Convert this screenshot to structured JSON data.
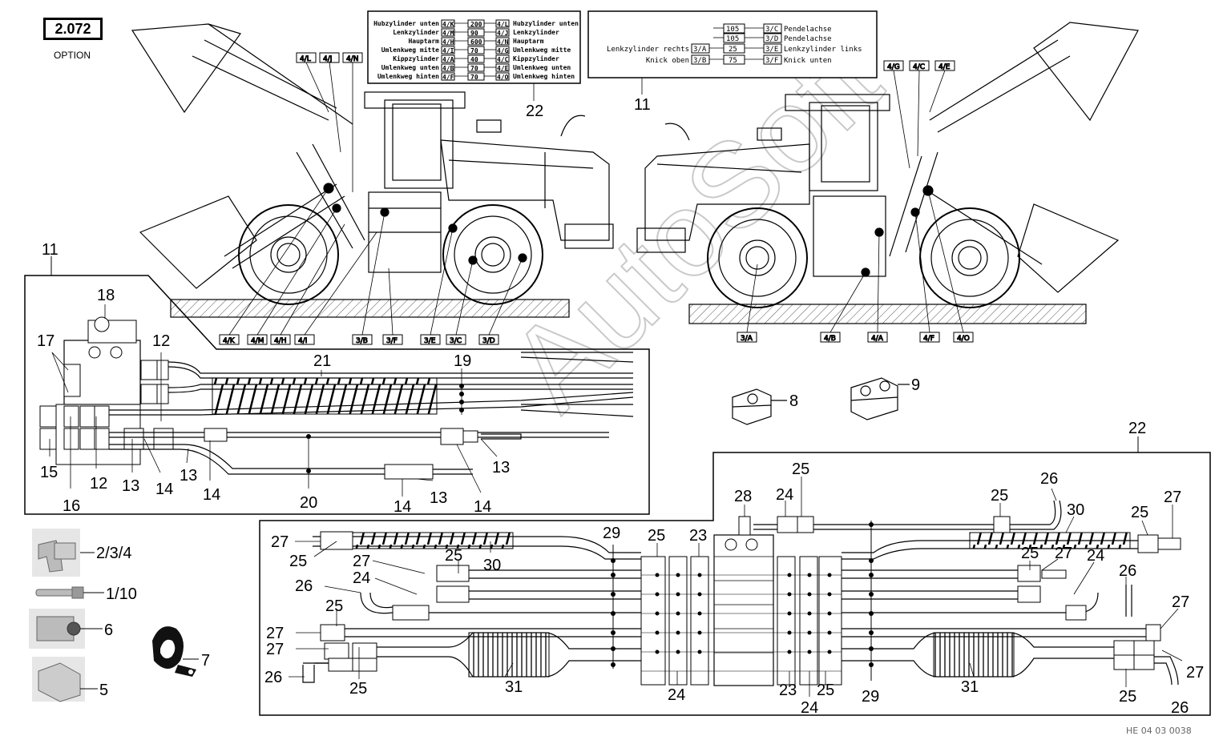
{
  "header": {
    "code": "2.072",
    "option_label": "OPTION"
  },
  "legend_left": {
    "rows": [
      {
        "left": "Hubzylinder unten",
        "ltag": "4/K",
        "value": "200",
        "rtag": "4/L",
        "right": "Hubzylinder unten"
      },
      {
        "left": "Lenkzylinder",
        "ltag": "4/M",
        "value": "90",
        "rtag": "4/J",
        "right": "Lenkzylinder"
      },
      {
        "left": "Hauptarm",
        "ltag": "4/H",
        "value": "600",
        "rtag": "4/N",
        "right": "Hauptarm"
      },
      {
        "left": "Umlenkweg mitte",
        "ltag": "4/I",
        "value": "70",
        "rtag": "4/G",
        "right": "Umlenkweg mitte"
      },
      {
        "left": "Kippzylinder",
        "ltag": "4/A",
        "value": "40",
        "rtag": "4/C",
        "right": "Kippzylinder"
      },
      {
        "left": "Umlenkweg unten",
        "ltag": "4/B",
        "value": "70",
        "rtag": "4/E",
        "right": "Umlenkweg unten"
      },
      {
        "left": "Umlenkweg hinten",
        "ltag": "4/F",
        "value": "70",
        "rtag": "4/O",
        "right": "Umlenkweg hinten"
      }
    ]
  },
  "legend_right": {
    "rows": [
      {
        "left": "",
        "ltag": "",
        "value": "105",
        "rtag": "3/C",
        "right": "Pendelachse"
      },
      {
        "left": "",
        "ltag": "",
        "value": "105",
        "rtag": "3/D",
        "right": "Pendelachse"
      },
      {
        "left": "Lenkzylinder rechts",
        "ltag": "3/A",
        "value": "25",
        "rtag": "3/E",
        "right": "Lenkzylinder links"
      },
      {
        "left": "Knick oben",
        "ltag": "3/B",
        "value": "75",
        "rtag": "3/F",
        "right": "Knick unten"
      }
    ]
  },
  "machine_tags": {
    "top_left": [
      "4/L",
      "4/J",
      "4/N"
    ],
    "top_right": [
      "4/G",
      "4/C",
      "4/E"
    ],
    "bottom_left": [
      "4/K",
      "4/M",
      "4/H",
      "4/I",
      "3/B",
      "3/F",
      "3/E",
      "3/C",
      "3/D"
    ],
    "bottom_right": [
      "3/A",
      "4/B",
      "4/A",
      "4/F",
      "4/O"
    ]
  },
  "callouts": {
    "c22_top": "22",
    "c11_top": "11",
    "c11_detail": "11",
    "c22_detail": "22",
    "c18": "18",
    "c17": "17",
    "c12a": "12",
    "c21": "21",
    "c19": "19",
    "c15": "15",
    "c16": "16",
    "c12b": "12",
    "c13a": "13",
    "c14a": "14",
    "c13b": "13",
    "c14b": "14",
    "c20": "20",
    "c14c": "14",
    "c13c": "13",
    "c14d": "14",
    "c13d": "13",
    "c8": "8",
    "c9": "9",
    "c25a": "25",
    "c24a": "24",
    "c28": "28",
    "c25b": "25",
    "c26a": "26",
    "c30a": "30",
    "c25c": "25",
    "c27a": "27",
    "c27b": "27",
    "c25d": "25",
    "c30b": "30",
    "c29a": "29",
    "c25e": "25",
    "c23a": "23",
    "c27c": "27",
    "c25f": "25",
    "c24b": "24",
    "c26b": "26",
    "c25g": "25",
    "c27d": "27",
    "c27e": "27",
    "c26c": "26",
    "c25h": "25",
    "c31a": "31",
    "c24c": "24",
    "c23b": "23",
    "c24d": "24",
    "c25i": "25",
    "c29b": "29",
    "c31b": "31",
    "c25j": "25",
    "c27f": "27",
    "c24e": "24",
    "c26d": "26",
    "c27g": "27",
    "c27h": "27",
    "c25k": "25",
    "c26e": "26",
    "c234": "2/3/4",
    "c110": "1/10",
    "c6": "6",
    "c7": "7",
    "c5": "5"
  },
  "watermark": "AutoSoft",
  "footer_code": "HE 04 03 0038"
}
